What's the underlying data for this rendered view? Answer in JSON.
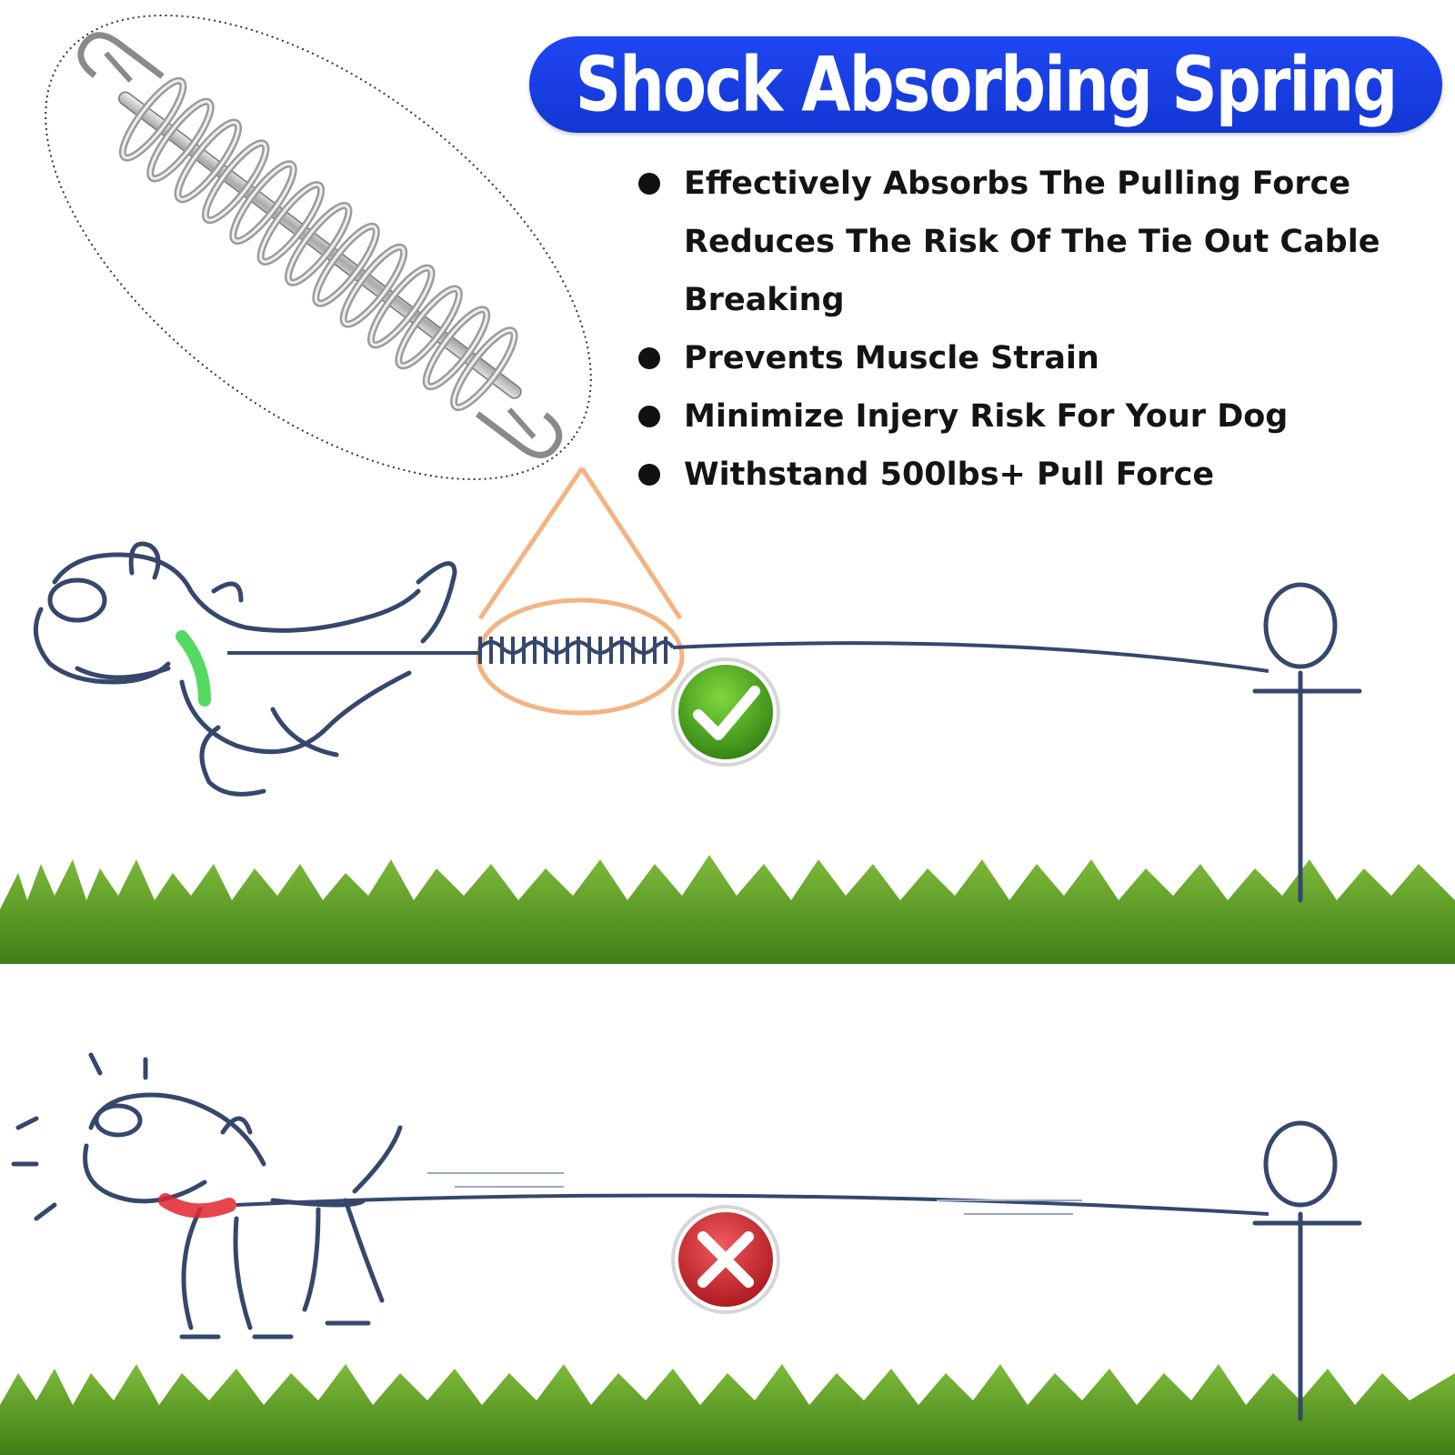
{
  "header": {
    "title": "Shock Absorbing Spring"
  },
  "features": [
    "Effectively Absorbs The Pulling Force Reduces The Risk Of The Tie Out Cable Breaking",
    "Prevents Muscle Strain",
    "Minimize Injery Risk For Your Dog",
    "Withstand 500lbs+ Pull Force"
  ],
  "icons": {
    "spring": "spring-icon",
    "correct": "check-icon",
    "wrong": "cross-icon",
    "stake": "ground-stake-icon"
  },
  "colors": {
    "banner": "#1f46f2",
    "callout": "#f3b483",
    "check": "#3e9a1b",
    "cross": "#cc1f25",
    "grass": "#4f9a1e",
    "line": "#2a3b5e",
    "collar_good": "#2bd13a",
    "collar_bad": "#e0262f"
  }
}
